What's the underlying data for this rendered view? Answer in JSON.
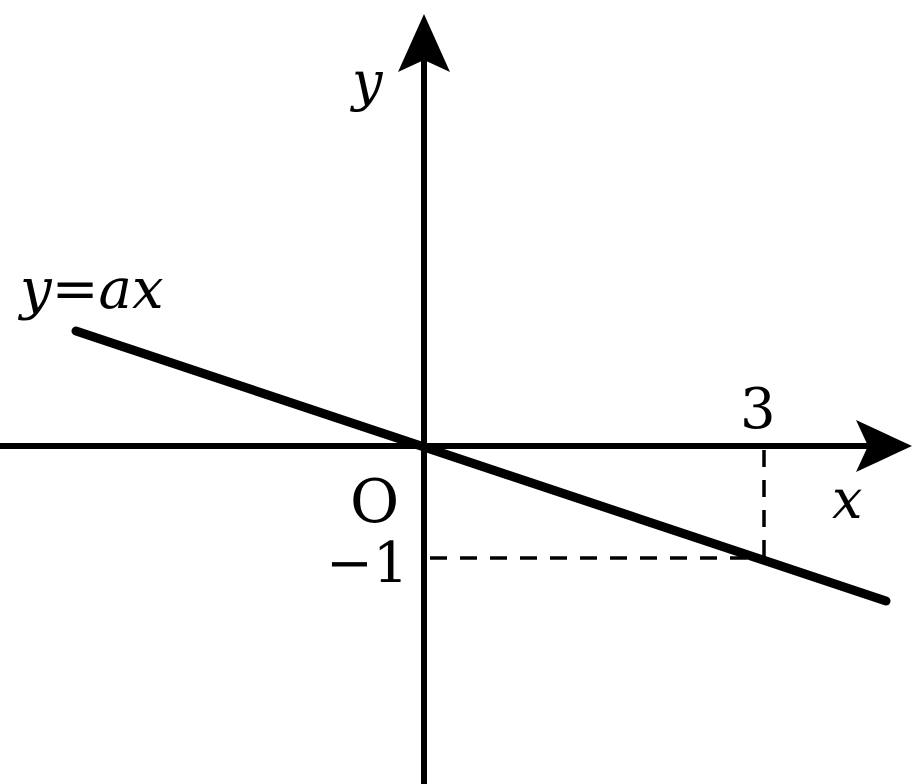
{
  "axes": {
    "x_label": "x",
    "y_label": "y",
    "origin_label": "O"
  },
  "line": {
    "label": "y=ax"
  },
  "marks": {
    "x_tick_label": "3",
    "y_tick_label": "−1"
  },
  "colors": {
    "ink": "#000000",
    "background": "#ffffff"
  }
}
